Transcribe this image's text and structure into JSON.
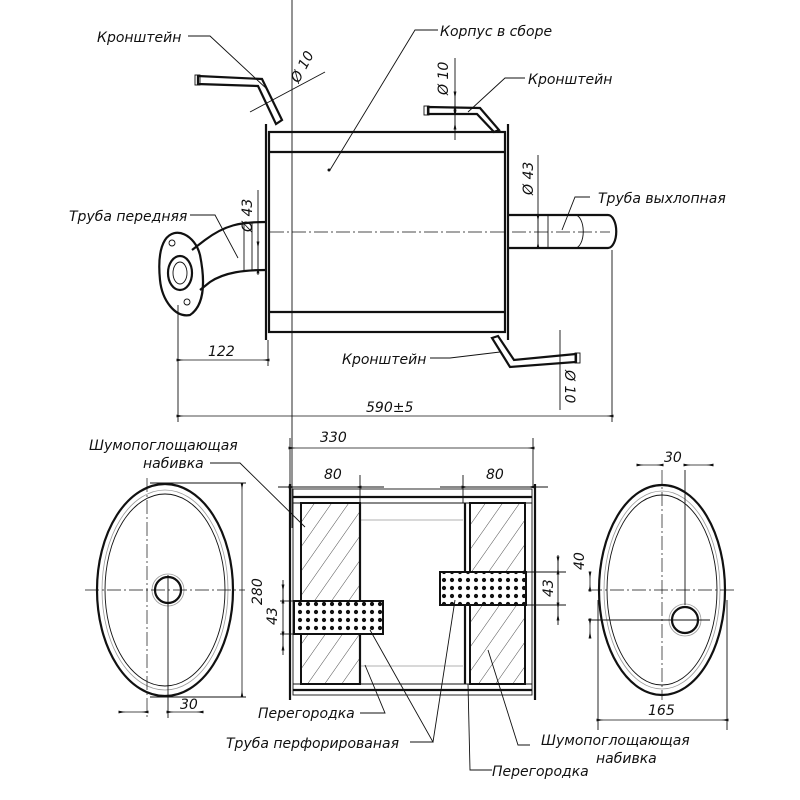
{
  "labels": {
    "bracket_top_left": "Кронштейн",
    "body_assembly": "Корпус в сборе",
    "bracket_top_right": "Кронштейн",
    "exhaust_pipe": "Труба выхлопная",
    "front_pipe": "Труба передняя",
    "bracket_bottom": "Кронштейн",
    "packing_left_1": "Шумопоглощающая",
    "packing_left_2": "набивка",
    "partition_left": "Перегородка",
    "perforated_pipe": "Труба перфорированая",
    "packing_right_1": "Шумопоглощающая",
    "packing_right_2": "набивка",
    "partition_right": "Перегородка"
  },
  "dimensions": {
    "bracket_tl_dia": "Ø 10",
    "bracket_tr_dia": "Ø 10",
    "bracket_b_dia": "Ø 10",
    "front_pipe_dia": "Ø 43",
    "exhaust_pipe_dia": "Ø 43",
    "front_offset": "122",
    "overall_length": "590±5",
    "body_length": "330",
    "packing_left_width": "80",
    "packing_right_width": "80",
    "pipe_left_dia": "43",
    "pipe_right_dia": "43",
    "height": "280",
    "left_hole_offset": "30",
    "right_hole_offset_h": "30",
    "right_hole_offset_v": "40",
    "width": "165"
  }
}
